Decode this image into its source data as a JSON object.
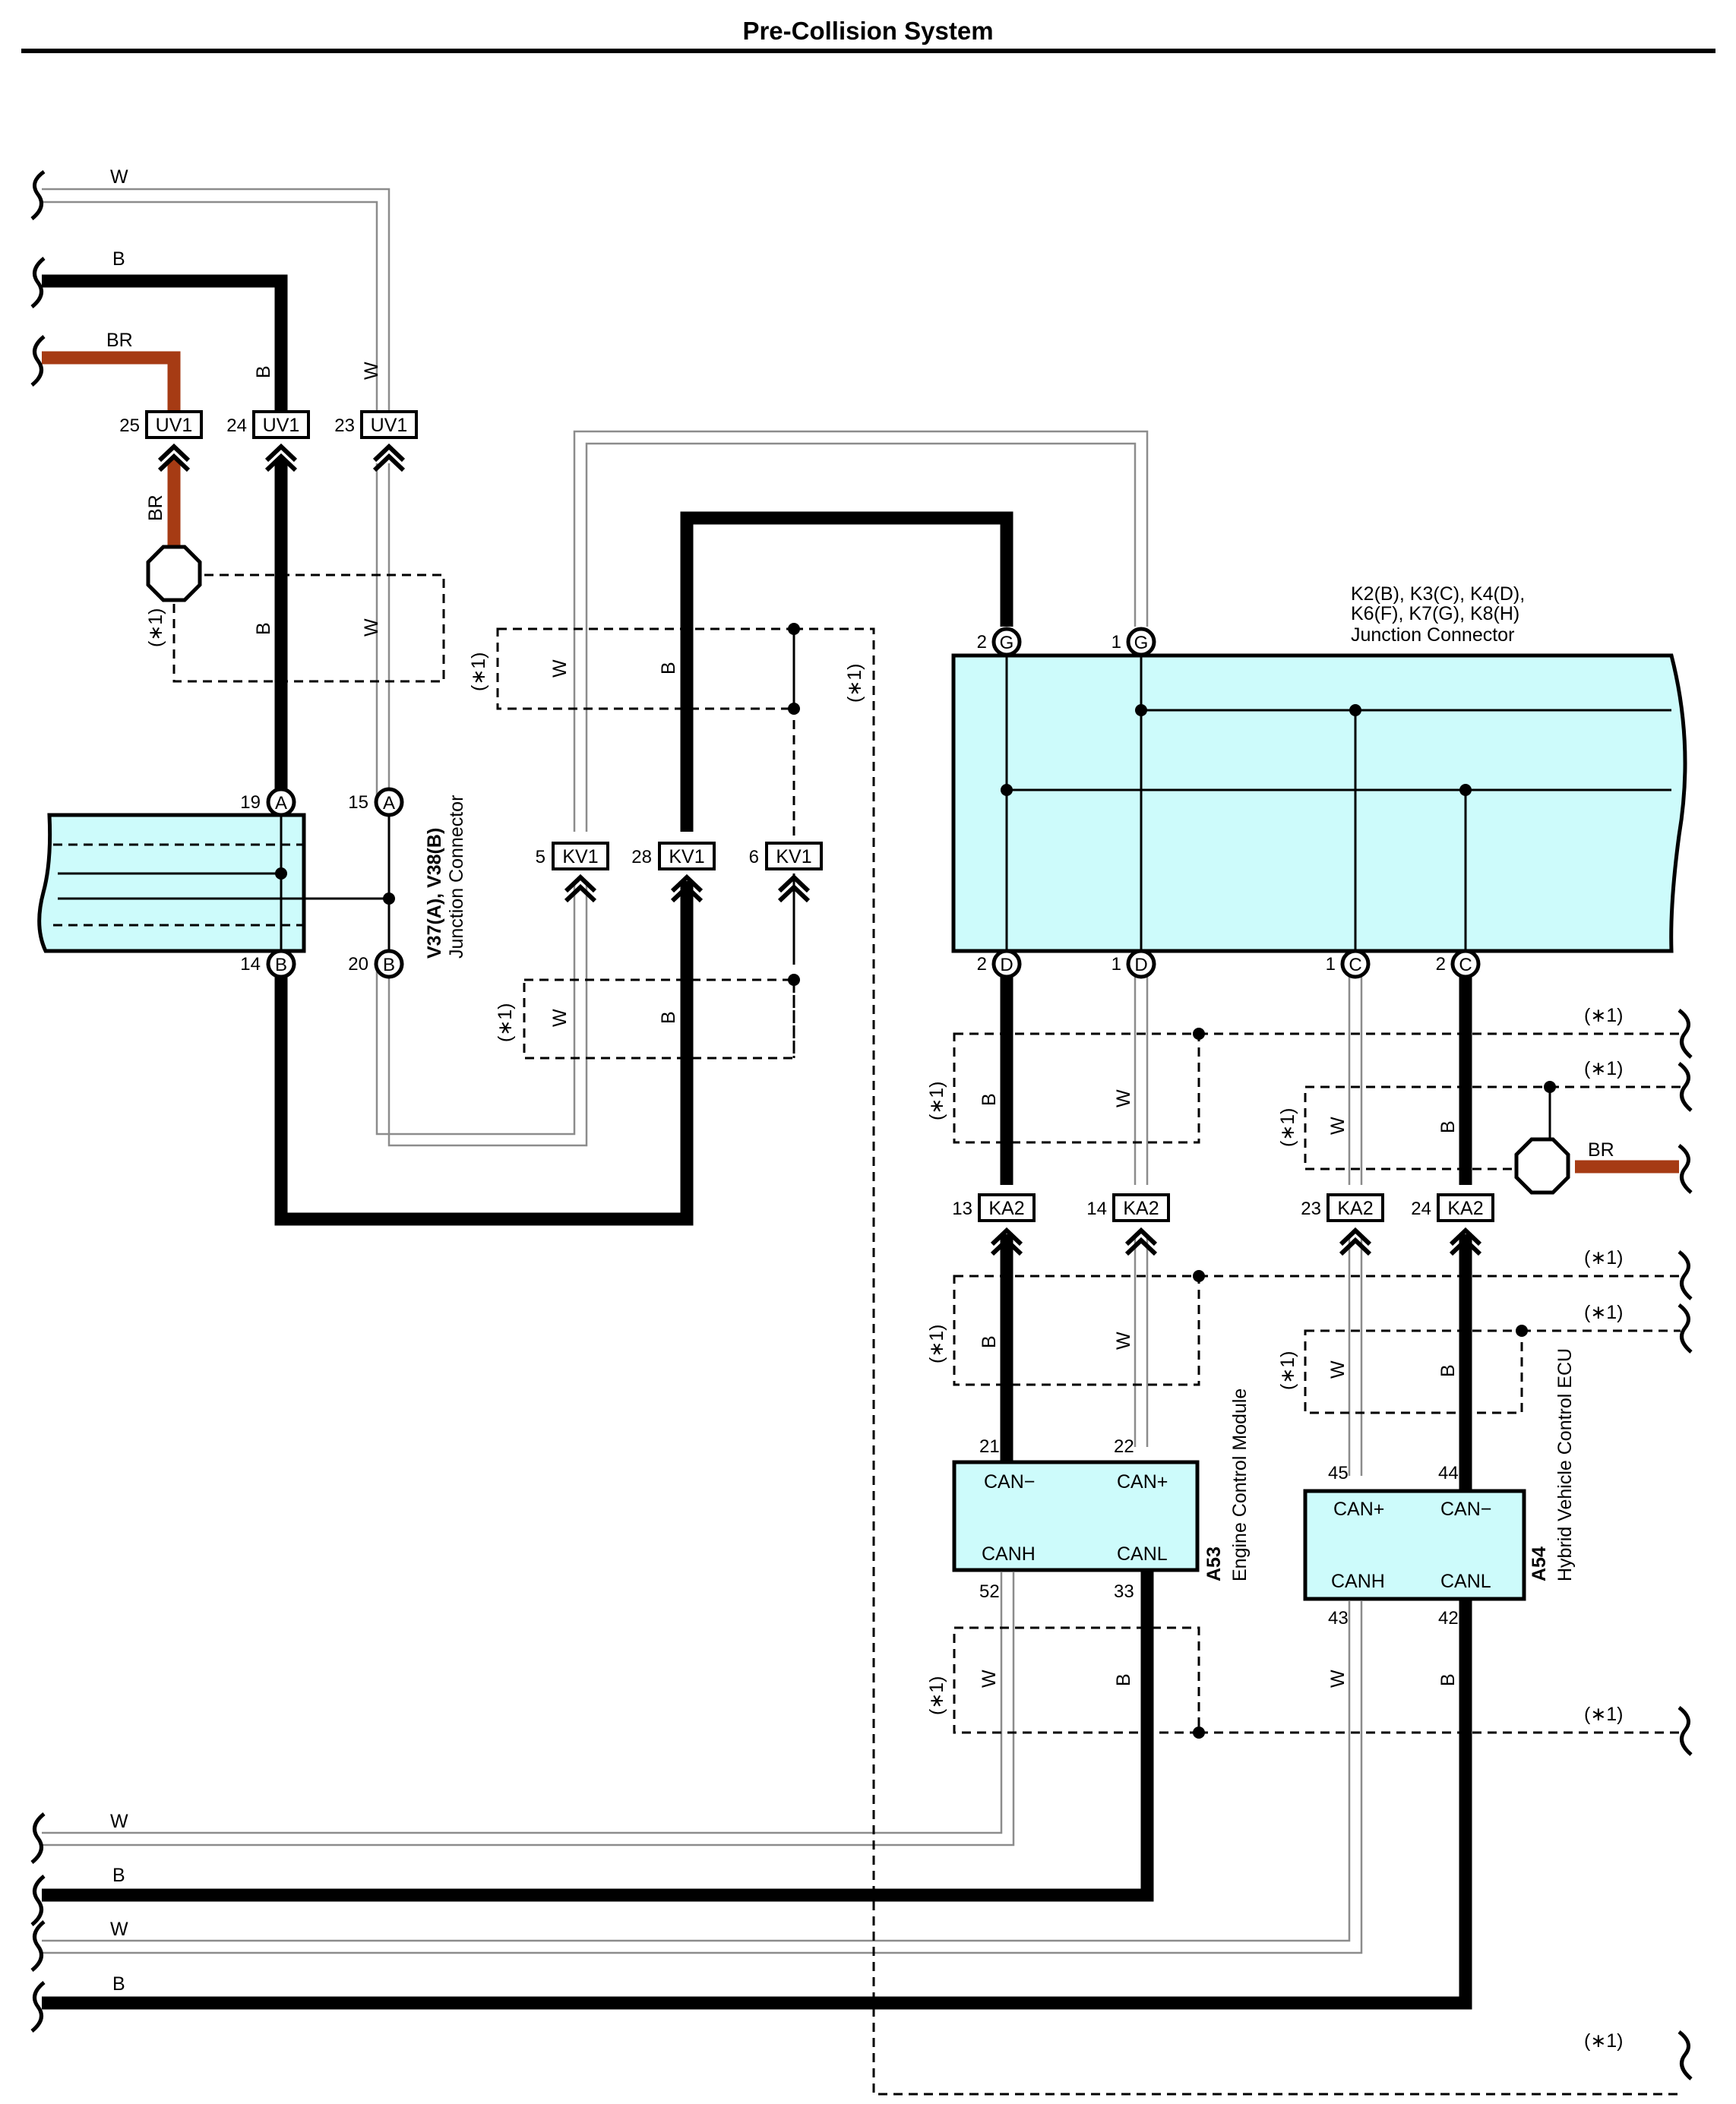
{
  "title": "Pre-Collision System",
  "colors": {
    "black_wire": "#000000",
    "brown_wire": "#a63b14",
    "white_wire": "#8c8c8c",
    "component_fill": "#cdfbfb"
  },
  "shielded_note": "(∗1)",
  "wire_labels": {
    "W": "W",
    "B": "B",
    "BR": "BR"
  },
  "connectors": {
    "UV1": {
      "name": "UV1",
      "pins": [
        "25",
        "24",
        "23"
      ]
    },
    "KV1": {
      "name": "KV1",
      "pins": [
        "5",
        "28",
        "6"
      ]
    },
    "KA2": {
      "name": "KA2",
      "pins": [
        "13",
        "14",
        "23",
        "24"
      ]
    }
  },
  "junction_V": {
    "line1": "V37(A), V38(B)",
    "line2": "Junction Connector",
    "top_pins": [
      {
        "pin": "19",
        "letter": "A"
      },
      {
        "pin": "15",
        "letter": "A"
      }
    ],
    "bottom_pins": [
      {
        "pin": "14",
        "letter": "B"
      },
      {
        "pin": "20",
        "letter": "B"
      }
    ]
  },
  "junction_K": {
    "line1": "K2(B), K3(C), K4(D),",
    "line2": "K6(F), K7(G), K8(H)",
    "line3": "Junction Connector",
    "top_pins": [
      {
        "pin": "2",
        "letter": "G"
      },
      {
        "pin": "1",
        "letter": "G"
      }
    ],
    "bottom_pins": [
      {
        "pin": "2",
        "letter": "D"
      },
      {
        "pin": "1",
        "letter": "D"
      },
      {
        "pin": "1",
        "letter": "C"
      },
      {
        "pin": "2",
        "letter": "C"
      }
    ]
  },
  "ecm": {
    "code": "A53",
    "name": "Engine Control Module",
    "terminals": [
      "CAN−",
      "CAN+",
      "CANH",
      "CANL"
    ],
    "pins": [
      "21",
      "22",
      "52",
      "33"
    ]
  },
  "hv_ecu": {
    "code": "A54",
    "name": "Hybrid Vehicle Control ECU",
    "terminals": [
      "CAN+",
      "CAN−",
      "CANH",
      "CANL"
    ],
    "pins": [
      "45",
      "44",
      "43",
      "42"
    ]
  }
}
